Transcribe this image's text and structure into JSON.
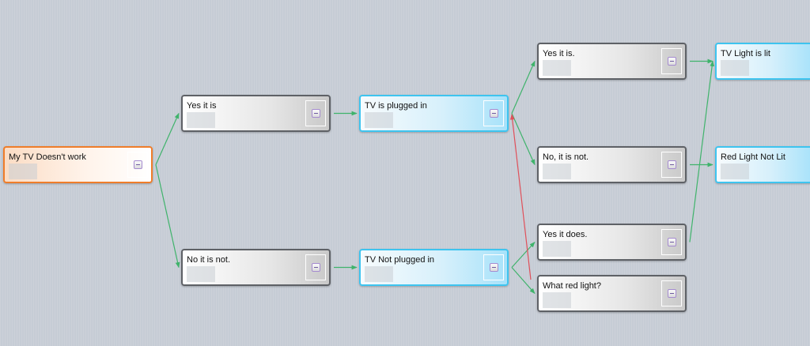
{
  "diagram": {
    "colors": {
      "background": "#c6ccd5",
      "edge": "#3fb36b",
      "edge_highlight": "#e0505a",
      "node_border_gray": "#5e6166",
      "node_border_orange": "#ef7d2a",
      "node_border_blue": "#3ec4ef"
    },
    "nodes": [
      {
        "id": "root",
        "label": "My TV Doesn't work",
        "style": "orange",
        "collapse_icon": "minus-icon"
      },
      {
        "id": "yes-it-is",
        "label": "Yes it is",
        "style": "gray",
        "collapse_icon": "minus-icon"
      },
      {
        "id": "no-it-is-not",
        "label": "No it is not.",
        "style": "gray",
        "collapse_icon": "minus-icon"
      },
      {
        "id": "tv-plugged-in",
        "label": "TV is plugged in",
        "style": "blue",
        "collapse_icon": "minus-icon"
      },
      {
        "id": "tv-not-plugged-in",
        "label": "TV Not plugged in",
        "style": "blue",
        "collapse_icon": "minus-icon"
      },
      {
        "id": "yes-it-is-dot",
        "label": "Yes it is.",
        "style": "gray",
        "collapse_icon": "minus-icon"
      },
      {
        "id": "no-it-is-not-2",
        "label": "No, it is not.",
        "style": "gray",
        "collapse_icon": "minus-icon"
      },
      {
        "id": "yes-it-does",
        "label": "Yes it does.",
        "style": "gray",
        "collapse_icon": "minus-icon"
      },
      {
        "id": "what-red-light",
        "label": "What red light?",
        "style": "gray",
        "collapse_icon": "minus-icon"
      },
      {
        "id": "tv-light-lit",
        "label": "TV Light is lit",
        "style": "blue",
        "collapse_icon": "minus-icon"
      },
      {
        "id": "red-light-not-lit",
        "label": "Red Light Not Lit",
        "style": "blue",
        "collapse_icon": "minus-icon"
      }
    ],
    "edges": [
      {
        "from": "root",
        "to": "yes-it-is",
        "color": "green"
      },
      {
        "from": "root",
        "to": "no-it-is-not",
        "color": "green"
      },
      {
        "from": "yes-it-is",
        "to": "tv-plugged-in",
        "color": "green"
      },
      {
        "from": "no-it-is-not",
        "to": "tv-not-plugged-in",
        "color": "green"
      },
      {
        "from": "tv-plugged-in",
        "to": "yes-it-is-dot",
        "color": "green"
      },
      {
        "from": "tv-plugged-in",
        "to": "no-it-is-not-2",
        "color": "green"
      },
      {
        "from": "tv-not-plugged-in",
        "to": "yes-it-does",
        "color": "green"
      },
      {
        "from": "tv-not-plugged-in",
        "to": "what-red-light",
        "color": "green"
      },
      {
        "from": "what-red-light",
        "to": "tv-plugged-in",
        "color": "red"
      },
      {
        "from": "yes-it-is-dot",
        "to": "tv-light-lit",
        "color": "green"
      },
      {
        "from": "no-it-is-not-2",
        "to": "red-light-not-lit",
        "color": "green"
      },
      {
        "from": "yes-it-does",
        "to": "tv-light-lit",
        "color": "green"
      }
    ]
  }
}
